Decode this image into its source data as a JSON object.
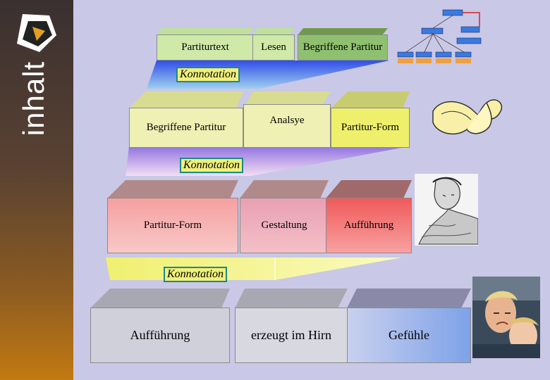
{
  "sidebar": {
    "title": "inhalt"
  },
  "rows": [
    {
      "boxes": [
        "Partiturtext",
        "Lesen",
        "Begriffene Partitur"
      ],
      "connector": "Konnotation"
    },
    {
      "boxes": [
        "Begriffene Partitur",
        "Analsye",
        "Partitur-Form"
      ],
      "connector": "Konnotation"
    },
    {
      "boxes": [
        "Partitur-Form",
        "Gestaltung",
        "Aufführung"
      ],
      "connector": "Konnotation"
    },
    {
      "boxes": [
        "Aufführung",
        "erzeugt im Hirn",
        "Gefühle"
      ]
    }
  ],
  "colors": {
    "background": "#c9c8e6",
    "row1_box": "#cfe9a8",
    "row2_box": "#eef0b4",
    "row3_box": "#f6a8a8",
    "row4_box": "#cfd0da",
    "row4_right": "#7ea2e8",
    "konnotation_fill": "#f0f07a",
    "konnotation_border": "#1a8a8a"
  },
  "images": {
    "mini_diagram": "flow-diagram-thumbnail",
    "mobius": "mobius-strip-icon",
    "photo1": "sketch-portrait",
    "photo2": "emotional-faces-photo"
  }
}
